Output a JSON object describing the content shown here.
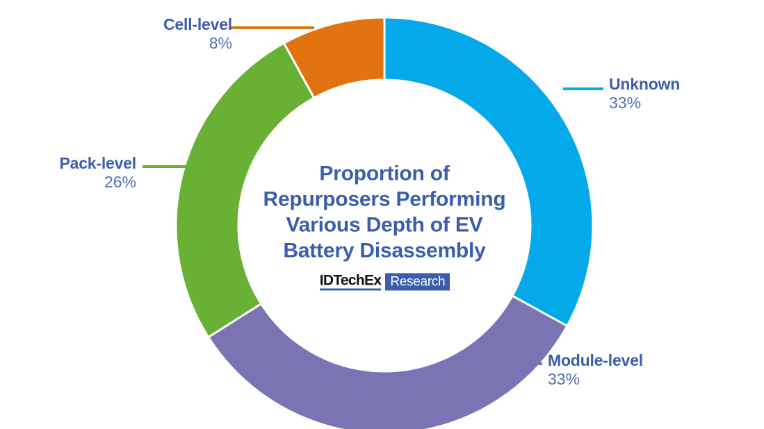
{
  "chart_data": {
    "type": "pie",
    "variant": "donut",
    "title": "Proportion of\nRepurposers Performing\nVarious Depth of EV\nBattery Disassembly",
    "xlabel": "",
    "ylabel": "",
    "units": "percent",
    "legend_position": "callout-labels",
    "grid": false,
    "start_angle_deg": 0,
    "direction": "clockwise",
    "categories": [
      "Unknown",
      "Module-level",
      "Pack-level",
      "Cell-level"
    ],
    "values": [
      33,
      33,
      26,
      8
    ],
    "value_labels": [
      "33%",
      "33%",
      "26%",
      "8%"
    ],
    "colors": [
      "#03a9e8",
      "#7b74b4",
      "#68b134",
      "#e2710f"
    ],
    "slices": [
      {
        "label": "Unknown",
        "value": 33,
        "value_label": "33%",
        "color": "#03a9e8"
      },
      {
        "label": "Module-level",
        "value": 33,
        "value_label": "33%",
        "color": "#7b74b4"
      },
      {
        "label": "Pack-level",
        "value": 26,
        "value_label": "26%",
        "color": "#68b134"
      },
      {
        "label": "Cell-level",
        "value": 8,
        "value_label": "8%",
        "color": "#e2710f"
      }
    ]
  },
  "center": {
    "title": "Proportion of\nRepurposers Performing\nVarious Depth of EV\nBattery Disassembly",
    "logo": {
      "brand": "IDTechEx",
      "suffix": "Research"
    }
  },
  "callouts": {
    "cell": {
      "label": "Cell-level",
      "percent": "8%",
      "leader_color": "#e2710f"
    },
    "pack": {
      "label": "Pack-level",
      "percent": "26%",
      "leader_color": "#68b134"
    },
    "unknown": {
      "label": "Unknown",
      "percent": "33%",
      "leader_color": "#03a9e8"
    },
    "module": {
      "label": "Module-level",
      "percent": "33%",
      "leader_color": "#7b74b4"
    }
  },
  "palette": {
    "background": "#ffffff",
    "label_text": "#3a5dad",
    "percent_text": "#4f6fbb",
    "logo_brand_text": "#111111",
    "logo_badge_bg": "#3a5dad",
    "logo_badge_text": "#ffffff"
  }
}
